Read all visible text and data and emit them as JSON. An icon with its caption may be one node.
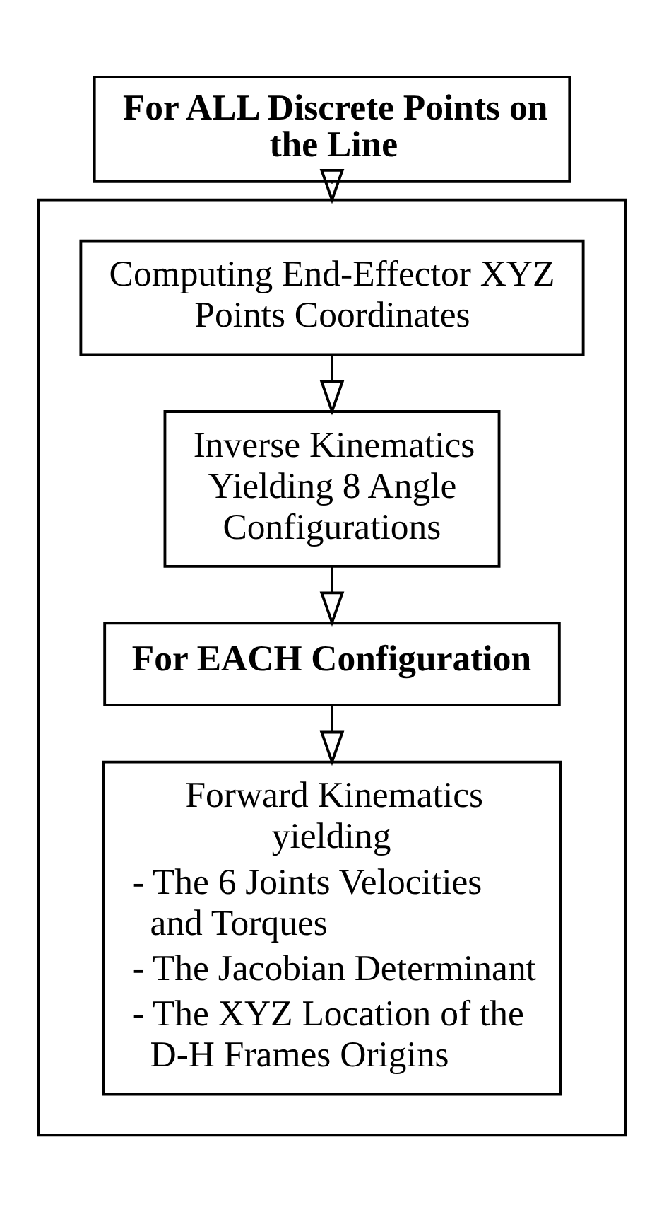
{
  "diagram": {
    "nodes": [
      {
        "text": [
          "For ALL Discrete Points on the Line"
        ]
      },
      {
        "text": [],
        "shape": "box"
      },
      {
        "text": [
          "Computing End-Effector XYZ Points Coordinates"
        ],
        "in": 1
      },
      {
        "text": [
          "Inverse Kinematics Yielding 8 Angle Configurations"
        ],
        "in": 1
      },
      {
        "text": [
          "For EACH Configuration"
        ],
        "in": 1
      },
      {
        "text": [
          "Forward Kinematics yielding",
          "- The 6 Joints Velocities and Torques",
          "- The Jacobian Determinant",
          "- The XYZ Location of the D-H Frames Origins"
        ],
        "in": 1
      }
    ],
    "edges": [
      {
        "from": 0,
        "to": 1,
        "arrow": "to"
      },
      {
        "from": 2,
        "to": 3,
        "arrow": "to"
      },
      {
        "from": 3,
        "to": 4,
        "arrow": "to"
      },
      {
        "from": 4,
        "to": 5,
        "arrow": "to"
      }
    ]
  }
}
